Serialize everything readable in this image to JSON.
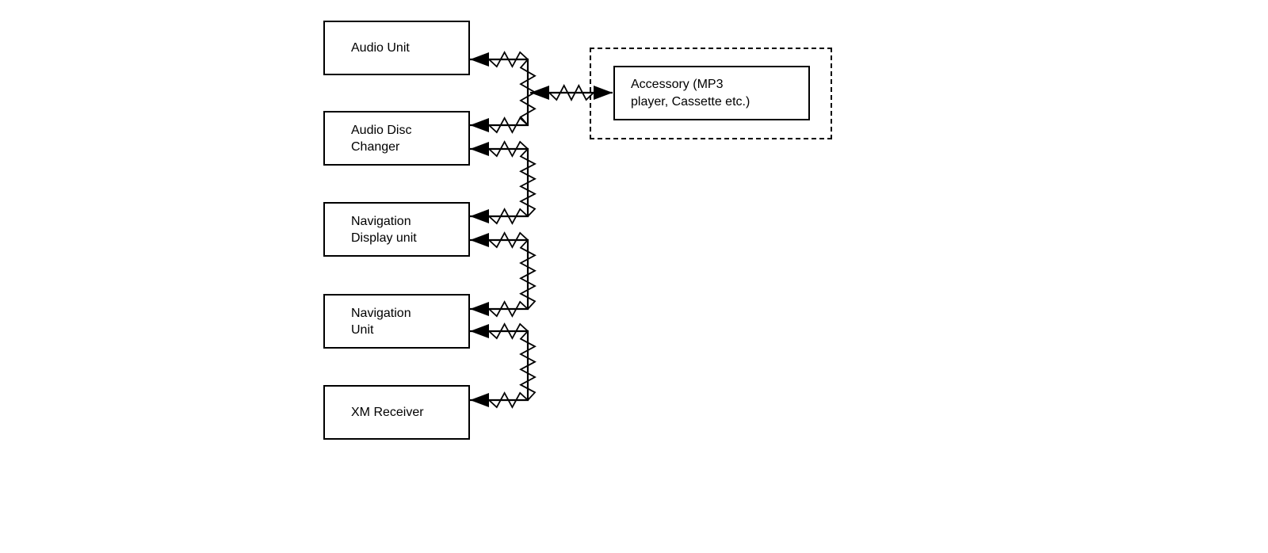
{
  "colors": {
    "background": "#ffffff",
    "line": "#000000",
    "text": "#000000"
  },
  "units": [
    {
      "id": "audio-unit",
      "lines": [
        "Audio Unit",
        ""
      ]
    },
    {
      "id": "audio-disc-changer",
      "lines": [
        "Audio Disc",
        "Changer"
      ]
    },
    {
      "id": "navigation-display-unit",
      "lines": [
        "Navigation",
        "Display unit"
      ]
    },
    {
      "id": "navigation-unit",
      "lines": [
        "Navigation",
        "Unit"
      ]
    },
    {
      "id": "xm-receiver",
      "lines": [
        "XM Receiver",
        ""
      ]
    }
  ],
  "accessory": {
    "id": "accessory",
    "lines": [
      "Accessory (MP3",
      "player, Cassette etc.)"
    ],
    "enclosure": "dashed"
  },
  "connections": [
    {
      "from": "audio-unit",
      "to": "audio-disc-changer",
      "style": "twisted-pair-cable",
      "arrows": "into-both-units"
    },
    {
      "from": "cable-trunk",
      "to": "accessory",
      "style": "twisted-pair-cable",
      "arrows": "both-ends"
    },
    {
      "from": "audio-disc-changer",
      "to": "navigation-display-unit",
      "style": "twisted-pair-cable",
      "arrows": "into-both-units"
    },
    {
      "from": "navigation-display-unit",
      "to": "navigation-unit",
      "style": "twisted-pair-cable",
      "arrows": "into-both-units"
    },
    {
      "from": "navigation-unit",
      "to": "xm-receiver",
      "style": "twisted-pair-cable",
      "arrows": "into-both-units"
    }
  ]
}
